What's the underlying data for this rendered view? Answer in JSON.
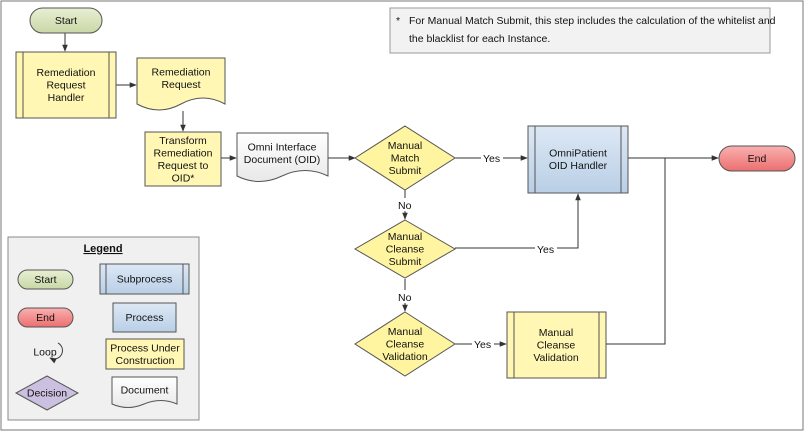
{
  "note": {
    "marker": "*",
    "lines": [
      "For Manual Match Submit, this step includes the calculation of the whitelist and",
      "the blacklist for each Instance."
    ]
  },
  "nodes": {
    "start": [
      "Start"
    ],
    "remediation_handler": [
      "Remediation",
      "Request",
      "Handler"
    ],
    "remediation_request": [
      "Remediation",
      "Request"
    ],
    "transform": [
      "Transform",
      "Remediation",
      "Request to",
      "OID*"
    ],
    "oid_document": [
      "Omni Interface",
      "Document (OID)"
    ],
    "manual_match": [
      "Manual",
      "Match",
      "Submit"
    ],
    "omnipatient": [
      "OmniPatient",
      "OID Handler"
    ],
    "end": [
      "End"
    ],
    "manual_cleanse_submit": [
      "Manual",
      "Cleanse",
      "Submit"
    ],
    "manual_cleanse_validation": [
      "Manual",
      "Cleanse",
      "Validation"
    ],
    "manual_cleanse_validation_proc": [
      "Manual",
      "Cleanse",
      "Validation"
    ]
  },
  "edge_labels": {
    "yes1": "Yes",
    "no1": "No",
    "yes2": "Yes",
    "no2": "No",
    "yes3": "Yes"
  },
  "legend": {
    "title": "Legend",
    "start": [
      "Start"
    ],
    "end": [
      "End"
    ],
    "loop": [
      "Loop"
    ],
    "decision": [
      "Decision"
    ],
    "subprocess": [
      "Subprocess"
    ],
    "process": [
      "Process"
    ],
    "construction": [
      "Process Under",
      "Construction"
    ],
    "document": [
      "Document"
    ]
  },
  "colors": {
    "start_fill": "#d8e4bc",
    "end_fill": "#f28b8b",
    "construction_fill": "#fff7b3",
    "decision_fill": "#fff5a0",
    "process_fill": "#c5d9ee",
    "legend_decision_fill": "#ccc0e0",
    "note_fill": "#f2f2f2",
    "legend_fill": "#f0f0f0",
    "stroke": "#555555"
  }
}
